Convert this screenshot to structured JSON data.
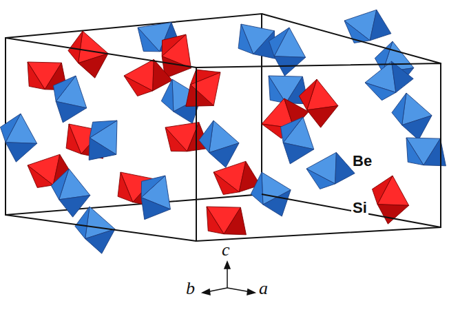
{
  "diagram": {
    "labels": [
      "Be",
      "Si",
      "c",
      "b",
      "a"
    ]
  }
}
